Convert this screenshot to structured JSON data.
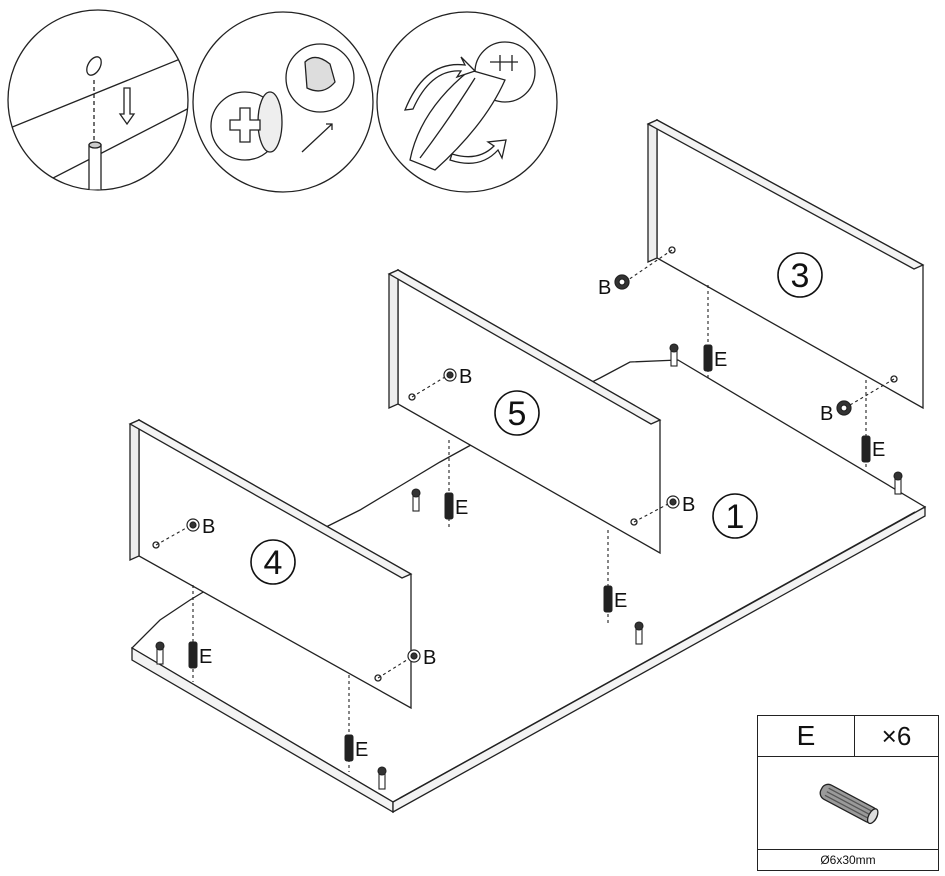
{
  "panels": {
    "base": "1",
    "back": "3",
    "left_side": "4",
    "middle": "5"
  },
  "labels": {
    "cam": "B",
    "dowel": "E"
  },
  "parts_table": {
    "part": "E",
    "quantity": "×6",
    "size": "Ø6x30mm"
  }
}
